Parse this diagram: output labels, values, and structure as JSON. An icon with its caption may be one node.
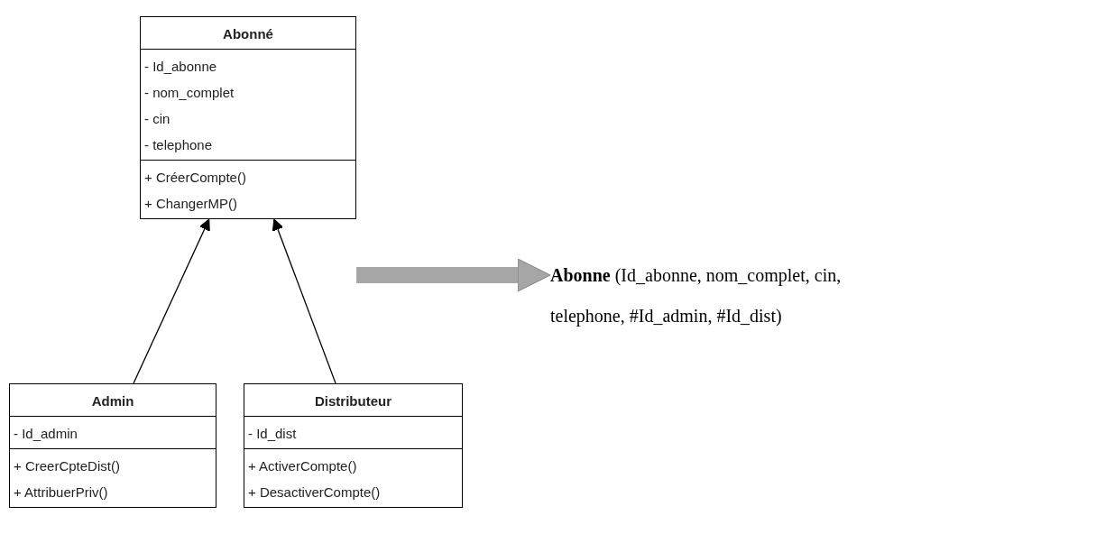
{
  "diagram": {
    "nodes": [
      {
        "text": [
          "Abonné",
          "- Id_abonne",
          "- nom_complet",
          "- cin",
          "- telephone",
          "+ CréerCompte()",
          "+ ChangerMP()"
        ]
      },
      {
        "text": [
          "Admin",
          "- Id_admin",
          "+ CreerCpteDist()",
          "+ AttribuerPriv()"
        ]
      },
      {
        "text": [
          "Distributeur",
          "- Id_dist",
          "+ ActiverCompte()",
          "+ DesactiverCompte()"
        ]
      },
      {
        "text": [
          "**Abonne** (Id_abonne, nom_complet, cin, telephone, #Id_admin, #Id_dist)"
        ]
      }
    ],
    "edges": [
      {
        "from": 1,
        "to": 0,
        "arrow": "to"
      },
      {
        "from": 2,
        "to": 0,
        "arrow": "to"
      },
      {
        "from": 0,
        "to": 3,
        "arrow": "to",
        "style": "thick",
        "color": "#a6a6a6"
      }
    ]
  }
}
